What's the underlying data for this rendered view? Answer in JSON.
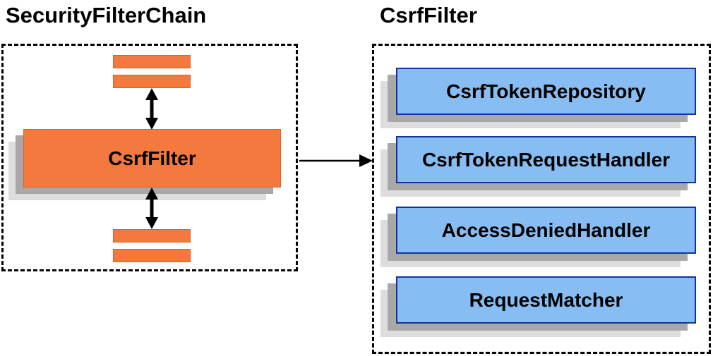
{
  "left_panel": {
    "title": "SecurityFilterChain",
    "csrf_filter_label": "CsrfFilter"
  },
  "right_panel": {
    "title": "CsrfFilter",
    "components": [
      {
        "label": "CsrfTokenRepository"
      },
      {
        "label": "CsrfTokenRequestHandler"
      },
      {
        "label": "AccessDeniedHandler"
      },
      {
        "label": "RequestMatcher"
      }
    ]
  },
  "icons": {
    "vertical_double_arrow": "bidirectional-arrow-icon",
    "horizontal_arrow": "right-arrow-icon",
    "filter_bars": "filter-placeholder-bar"
  },
  "colors": {
    "orange_fill": "#F4793E",
    "orange_border": "#E2611B",
    "blue_fill": "#87BDF2",
    "blue_border": "#1333A0",
    "shadow_mid": "#A8A8A8",
    "shadow_light": "#DDDDDD",
    "outline_black": "#000000",
    "background": "#FFFFFF"
  }
}
